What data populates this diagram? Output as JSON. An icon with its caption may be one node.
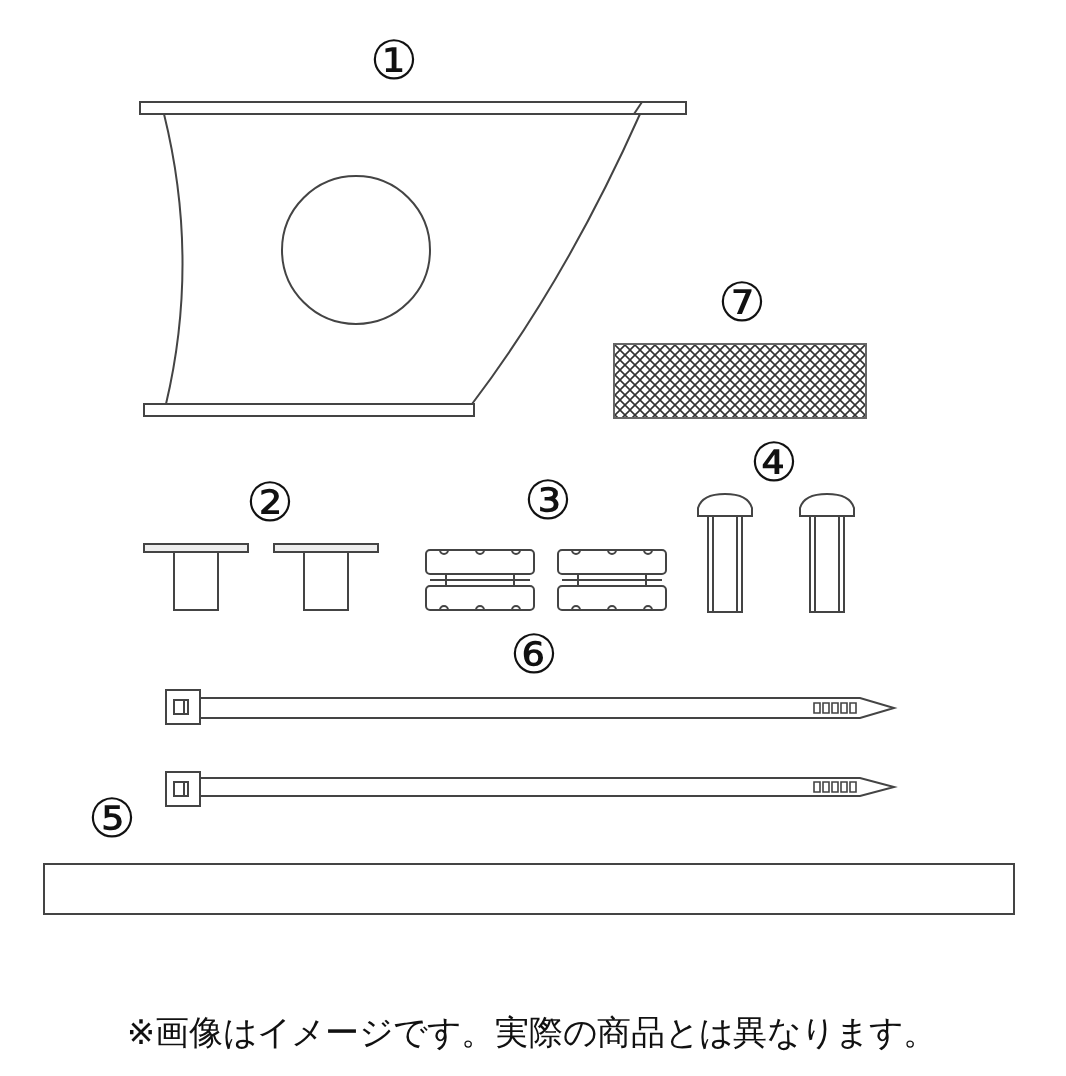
{
  "diagram": {
    "labels": [
      "①",
      "⑦",
      "②",
      "③",
      "④",
      "⑥",
      "⑤"
    ],
    "caption": "※画像はイメージです。実際の商品とは異なります。"
  }
}
